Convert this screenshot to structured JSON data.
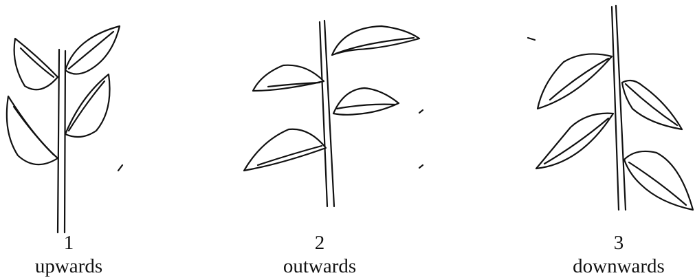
{
  "panels": [
    {
      "number": "1",
      "label": "upwards"
    },
    {
      "number": "2",
      "label": "outwards"
    },
    {
      "number": "3",
      "label": "downwards"
    }
  ]
}
